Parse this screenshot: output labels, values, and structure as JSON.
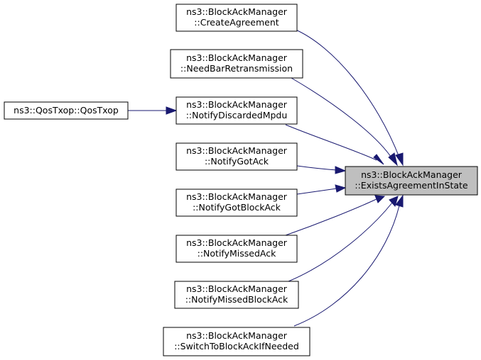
{
  "graph": {
    "focus": {
      "id": "focus",
      "line1": "ns3::BlockAckManager",
      "line2": "::ExistsAgreementInState",
      "highlight": "#bfbfbf"
    },
    "callers": [
      {
        "id": "create-agreement",
        "line1": "ns3::BlockAckManager",
        "line2": "::CreateAgreement"
      },
      {
        "id": "need-bar-retransmission",
        "line1": "ns3::BlockAckManager",
        "line2": "::NeedBarRetransmission"
      },
      {
        "id": "notify-discarded-mpdu",
        "line1": "ns3::BlockAckManager",
        "line2": "::NotifyDiscardedMpdu"
      },
      {
        "id": "notify-got-ack",
        "line1": "ns3::BlockAckManager",
        "line2": "::NotifyGotAck"
      },
      {
        "id": "notify-got-block-ack",
        "line1": "ns3::BlockAckManager",
        "line2": "::NotifyGotBlockAck"
      },
      {
        "id": "notify-missed-ack",
        "line1": "ns3::BlockAckManager",
        "line2": "::NotifyMissedAck"
      },
      {
        "id": "notify-missed-block-ack",
        "line1": "ns3::BlockAckManager",
        "line2": "::NotifyMissedBlockAck"
      },
      {
        "id": "switch-to-block-ack-if-needed",
        "line1": "ns3::BlockAckManager",
        "line2": "::SwitchToBlockAckIfNeeded"
      }
    ],
    "second_level": [
      {
        "id": "qos-txop",
        "label": "ns3::QosTxop::QosTxop",
        "calls": "notify-discarded-mpdu"
      }
    ],
    "edge_color": "#191970"
  }
}
